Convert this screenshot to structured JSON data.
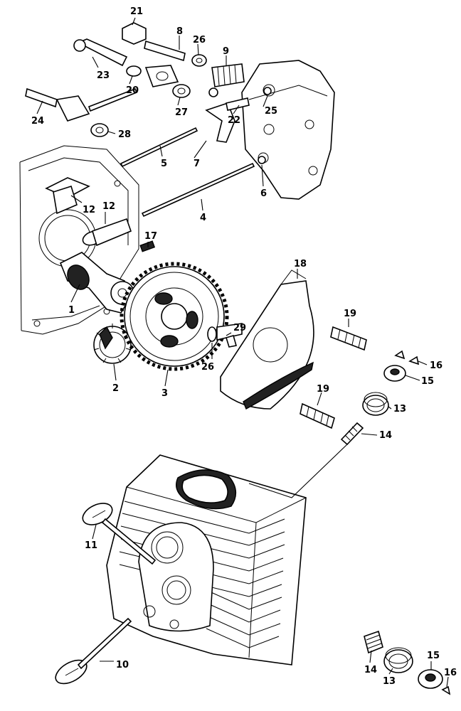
{
  "callouts": [
    {
      "id": "21",
      "label": "21"
    },
    {
      "id": "8",
      "label": "8"
    },
    {
      "id": "26a",
      "label": "26"
    },
    {
      "id": "9",
      "label": "9"
    },
    {
      "id": "23",
      "label": "23"
    },
    {
      "id": "20",
      "label": "20"
    },
    {
      "id": "27",
      "label": "27"
    },
    {
      "id": "22",
      "label": "22"
    },
    {
      "id": "25",
      "label": "25"
    },
    {
      "id": "24",
      "label": "24"
    },
    {
      "id": "28",
      "label": "28"
    },
    {
      "id": "5",
      "label": "5"
    },
    {
      "id": "7",
      "label": "7"
    },
    {
      "id": "6",
      "label": "6"
    },
    {
      "id": "4",
      "label": "4"
    },
    {
      "id": "12a",
      "label": "12"
    },
    {
      "id": "12b",
      "label": "12"
    },
    {
      "id": "17",
      "label": "17"
    },
    {
      "id": "18",
      "label": "18"
    },
    {
      "id": "1",
      "label": "1"
    },
    {
      "id": "19a",
      "label": "19"
    },
    {
      "id": "29",
      "label": "29"
    },
    {
      "id": "16a",
      "label": "16"
    },
    {
      "id": "15a",
      "label": "15"
    },
    {
      "id": "26b",
      "label": "26"
    },
    {
      "id": "2",
      "label": "2"
    },
    {
      "id": "3",
      "label": "3"
    },
    {
      "id": "19b",
      "label": "19"
    },
    {
      "id": "13a",
      "label": "13"
    },
    {
      "id": "14a",
      "label": "14"
    },
    {
      "id": "11",
      "label": "11"
    },
    {
      "id": "10",
      "label": "10"
    },
    {
      "id": "15b",
      "label": "15"
    },
    {
      "id": "16b",
      "label": "16"
    },
    {
      "id": "14b",
      "label": "14"
    },
    {
      "id": "13b",
      "label": "13"
    }
  ]
}
